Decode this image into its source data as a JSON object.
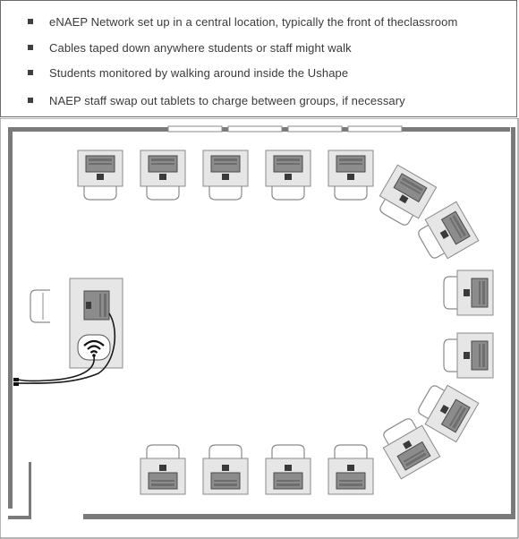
{
  "bullets": [
    "eNAEP Network set up in a central location, typically the front of theclassroom",
    "Cables taped down anywhere students or staff might walk",
    "Students monitored by walking around inside the Ushape",
    "NAEP staff swap out tablets to charge between groups, if necessary"
  ],
  "diagram": {
    "icons": {
      "wifi_router": "wifi-icon",
      "tablet": "tablet-icon",
      "chair": "chair-icon",
      "desk": "desk-icon",
      "window": "window-icon",
      "door": "door-icon"
    },
    "colors": {
      "wall": "#7a7a7a",
      "desk_fill": "#e6e6e6",
      "desk_stroke": "#8a8a8a",
      "tablet_fill": "#8c8c8c",
      "tablet_dark": "#3a3a3a",
      "cable": "#1a1a1a",
      "chair_stroke": "#8a8a8a"
    },
    "stations": {
      "top_row": 5,
      "right_arc": 6,
      "bottom_row": 4,
      "staff_table": 1
    }
  }
}
